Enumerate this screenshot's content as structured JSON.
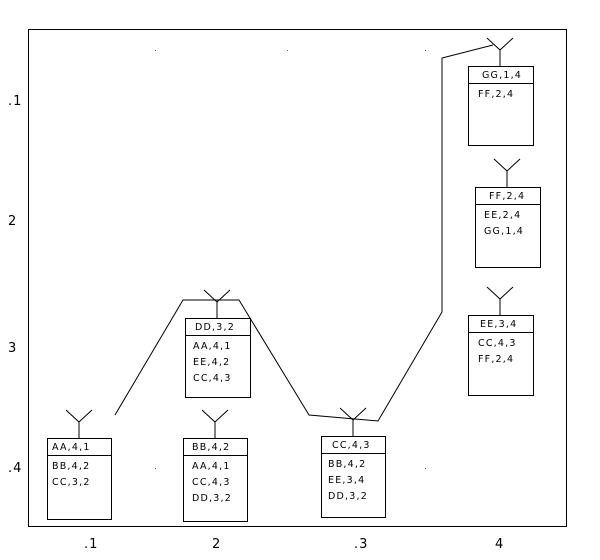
{
  "diagram": {
    "y_labels": [
      ".1",
      "2",
      "3",
      ".4"
    ],
    "x_labels": [
      ".1",
      "2",
      ".3",
      "4"
    ],
    "nodes": [
      {
        "id": "n1",
        "title": "AA,4,1",
        "items": [
          "BB,4,2",
          "CC,3,2"
        ]
      },
      {
        "id": "n2",
        "title": "DD,3,2",
        "items": [
          "AA,4,1",
          "EE,4,2",
          "CC,4,3"
        ]
      },
      {
        "id": "n3",
        "title": "BB,4,2",
        "items": [
          "AA,4,1",
          "CC,4,3",
          "DD,3,2"
        ]
      },
      {
        "id": "n4",
        "title": "CC,4,3",
        "items": [
          "BB,4,2",
          "EE,3,4",
          "DD,3,2"
        ]
      },
      {
        "id": "n5",
        "title": "GG,1,4",
        "items": [
          "FF,2,4"
        ]
      },
      {
        "id": "n6",
        "title": "FF,2,4",
        "items": [
          "EE,2,4",
          "GG,1,4"
        ]
      },
      {
        "id": "n7",
        "title": "EE,3,4",
        "items": [
          "CC,4,3",
          "FF,2,4"
        ]
      }
    ]
  }
}
